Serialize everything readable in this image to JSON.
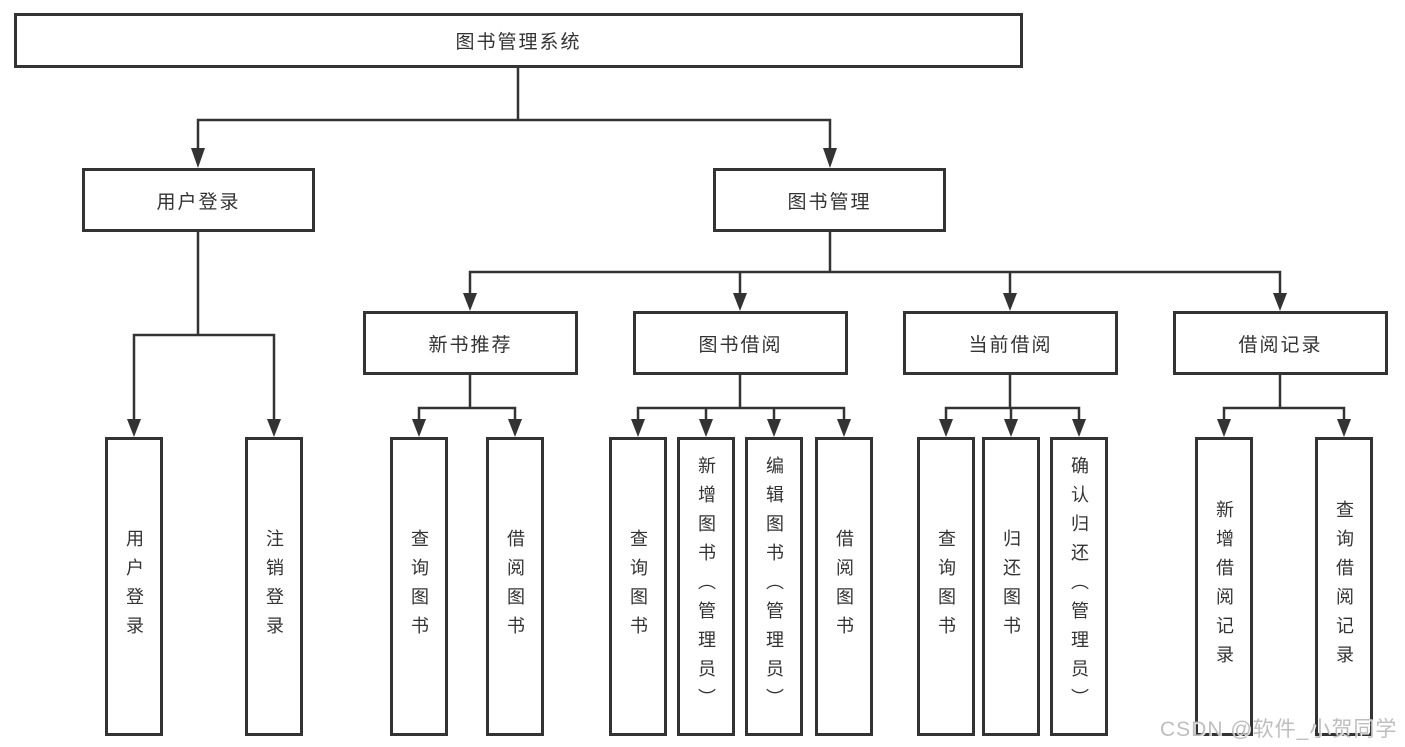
{
  "watermark": "CSDN @软件_小贺同学",
  "colors": {
    "background": "#ffffff",
    "line": "#333333",
    "box_border": "#333333",
    "box_fill": "#ffffff",
    "text": "#333333",
    "watermark": "#b9b9b9"
  },
  "tree": {
    "root": {
      "label": "图书管理系统",
      "children": [
        {
          "label": "用户登录",
          "children": [
            {
              "label": "用户登录"
            },
            {
              "label": "注销登录"
            }
          ]
        },
        {
          "label": "图书管理",
          "children": [
            {
              "label": "新书推荐",
              "children": [
                {
                  "label": "查询图书"
                },
                {
                  "label": "借阅图书"
                }
              ]
            },
            {
              "label": "图书借阅",
              "children": [
                {
                  "label": "查询图书"
                },
                {
                  "label": "新增图书（管理员）"
                },
                {
                  "label": "编辑图书（管理员）"
                },
                {
                  "label": "借阅图书"
                }
              ]
            },
            {
              "label": "当前借阅",
              "children": [
                {
                  "label": "查询图书"
                },
                {
                  "label": "归还图书"
                },
                {
                  "label": "确认归还（管理员）"
                }
              ]
            },
            {
              "label": "借阅记录",
              "children": [
                {
                  "label": "新增借阅记录"
                },
                {
                  "label": "查询借阅记录"
                }
              ]
            }
          ]
        }
      ]
    }
  }
}
